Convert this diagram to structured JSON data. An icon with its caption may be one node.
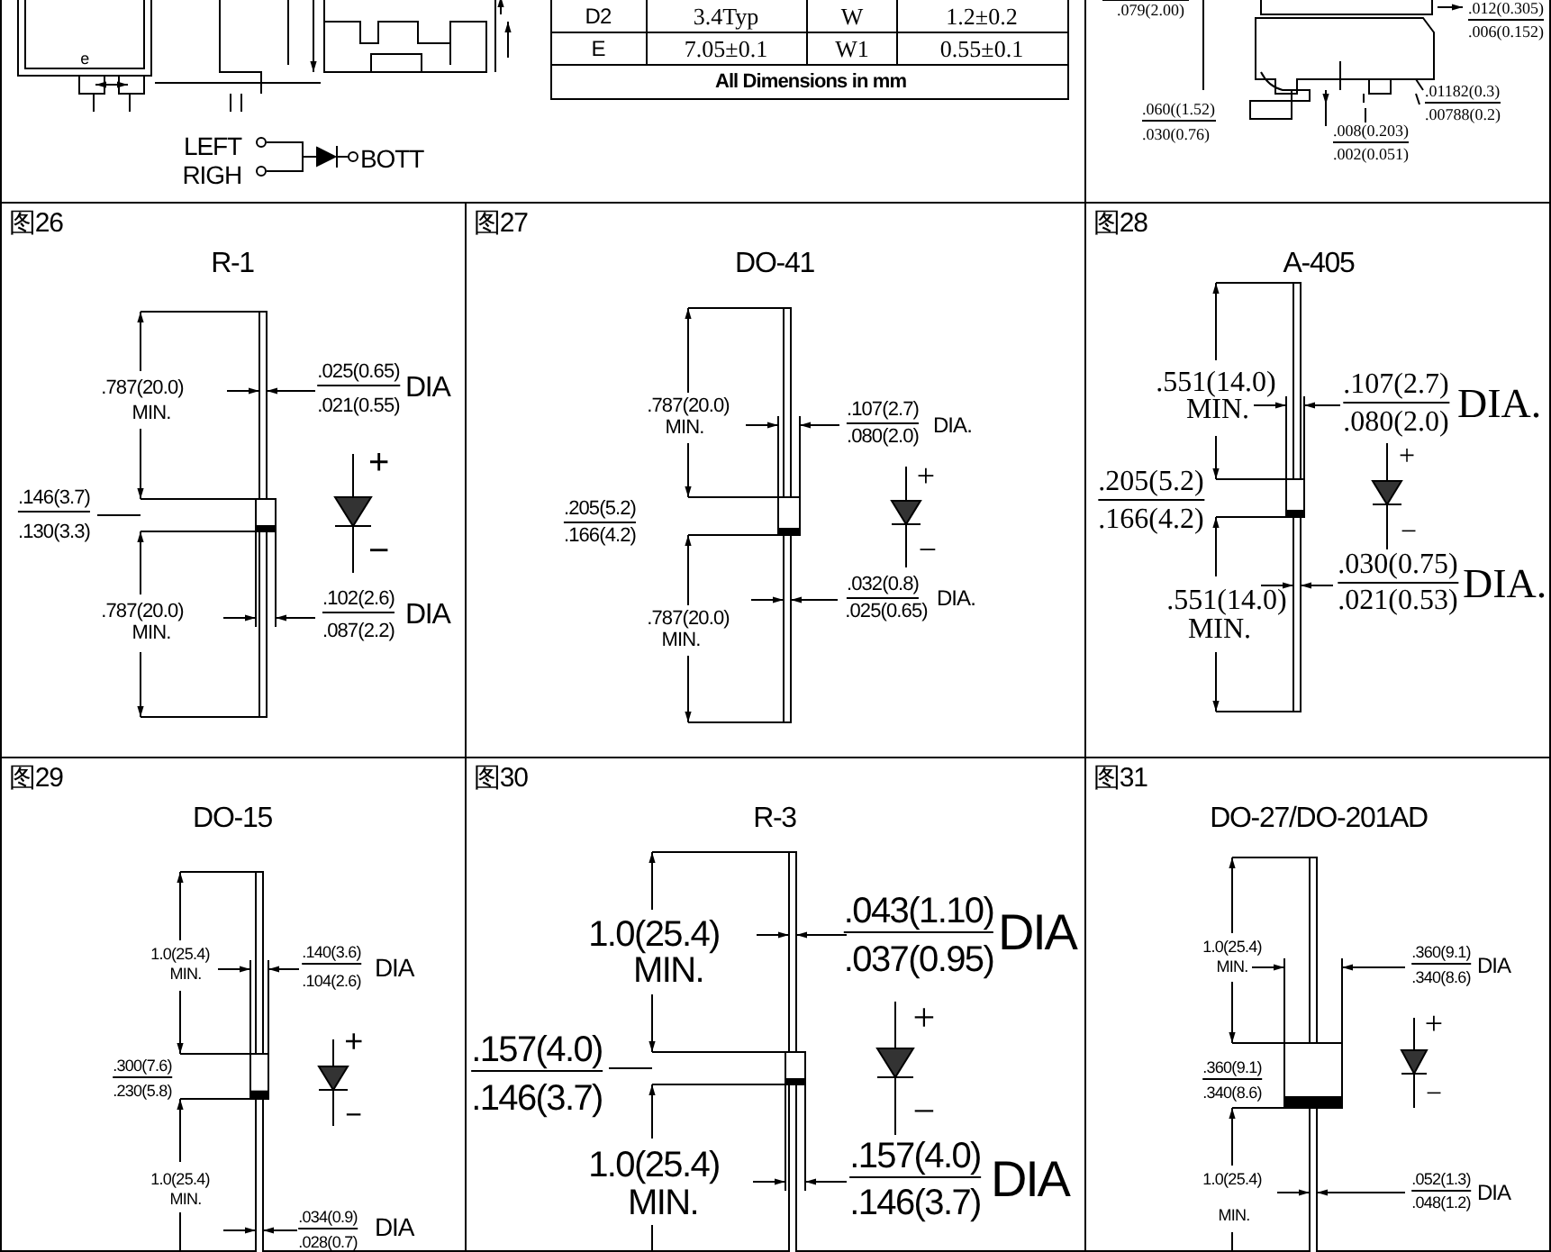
{
  "diagram": {
    "labels": [
      "e",
      "D2",
      "3.4Typ",
      "W",
      "1.2±0.2",
      "E",
      "7.05±0.1",
      "W1",
      "0.55±0.1",
      "All Dimensions in mm",
      ".079(2.00)",
      ".012(0.305)",
      ".006(0.152)",
      "LEFT",
      "RIGH",
      "BOTT",
      ".060((1.52)",
      ".030(0.76)",
      ".01182(0.3)",
      ".00788(0.2)",
      ".008(0.203)",
      ".002(0.051)",
      "图26",
      "R-1",
      ".787(20.0)",
      "MIN.",
      ".025(0.65)",
      ".021(0.55)",
      "DIA",
      "+",
      "−",
      ".146(3.7)",
      ".130(3.3)",
      ".787(20.0)",
      "MIN.",
      ".102(2.6)",
      ".087(2.2)",
      "DIA",
      "图27",
      "DO-41",
      ".787(20.0)",
      "MIN.",
      ".107(2.7)",
      ".080(2.0)",
      "DIA.",
      ".205(5.2)",
      ".166(4.2)",
      "+",
      "−",
      ".787(20.0)",
      "MIN.",
      ".032(0.8)",
      ".025(0.65)",
      "DIA.",
      "图28",
      "A-405",
      ".551(14.0)",
      "MIN.",
      ".107(2.7)",
      ".080(2.0)",
      "DIA.",
      ".205(5.2)",
      ".166(4.2)",
      "+",
      "−",
      ".030(0.75)",
      ".021(0.53)",
      "DIA.",
      ".551(14.0)",
      "MIN.",
      "图29",
      "DO-15",
      "1.0(25.4)",
      "MIN.",
      ".140(3.6)",
      ".104(2.6)",
      "DIA",
      ".300(7.6)",
      ".230(5.8)",
      "+",
      "−",
      "1.0(25.4)",
      "MIN.",
      ".034(0.9)",
      ".028(0.7)",
      "DIA",
      "图30",
      "R-3",
      "1.0(25.4)",
      "MIN.",
      ".043(1.10)",
      ".037(0.95)",
      "DIA",
      ".157(4.0)",
      ".146(3.7)",
      "+",
      "−",
      "1.0(25.4)",
      "MIN.",
      ".157(4.0)",
      ".146(3.7)",
      "DIA",
      "图31",
      "DO-27/DO-201AD",
      "1.0(25.4)",
      "MIN.",
      ".360(9.1)",
      ".340(8.6)",
      "DIA",
      ".360(9.1)",
      ".340(8.6)",
      "+",
      "−",
      "1.0(25.4)",
      "MIN.",
      ".052(1.3)",
      ".048(1.2)",
      "DIA"
    ]
  }
}
